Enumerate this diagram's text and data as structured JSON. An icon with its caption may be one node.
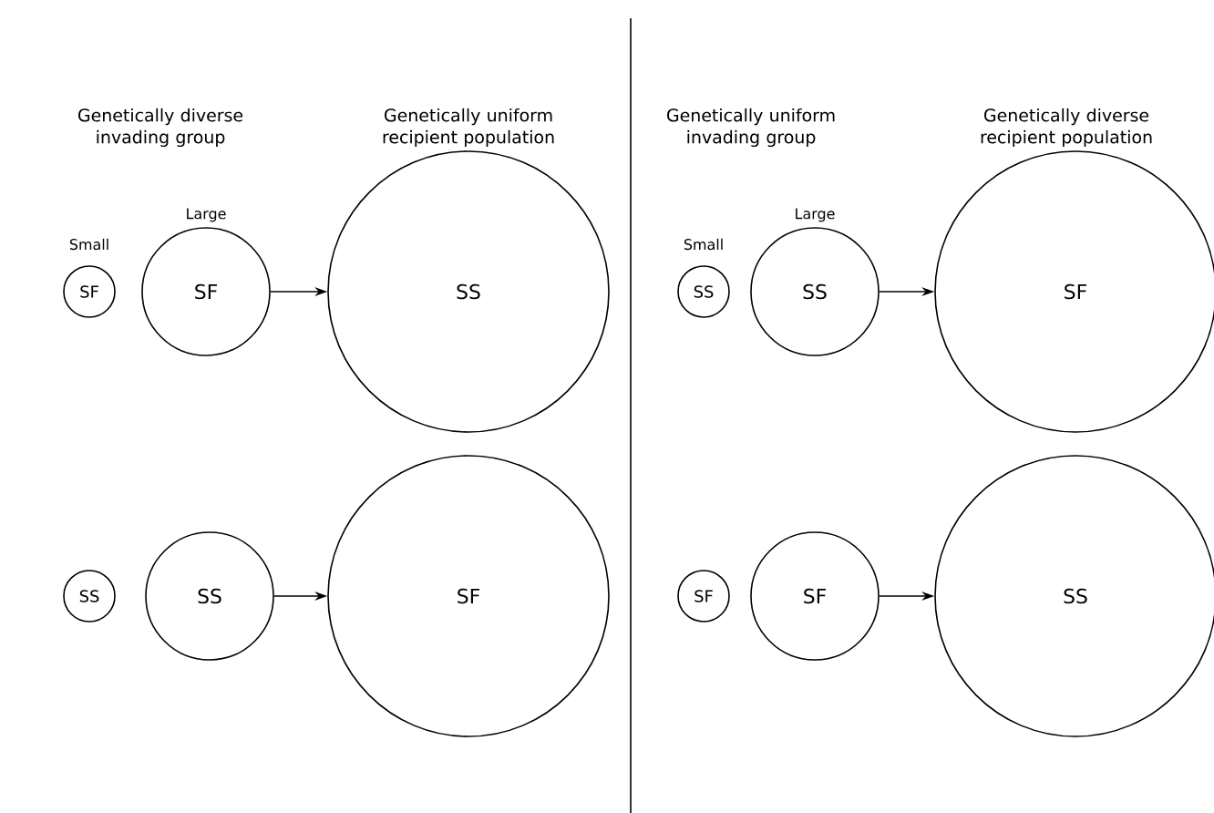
{
  "diagram": {
    "nodes": [
      {
        "text": [
          "SF"
        ]
      },
      {
        "text": [
          "SF"
        ]
      },
      {
        "text": [
          "SS"
        ]
      },
      {
        "text": [
          "SS"
        ]
      },
      {
        "text": [
          "SS"
        ]
      },
      {
        "text": [
          "SF"
        ]
      },
      {
        "text": [
          "SS"
        ]
      },
      {
        "text": [
          "SS"
        ]
      },
      {
        "text": [
          "SF"
        ]
      },
      {
        "text": [
          "SF"
        ]
      },
      {
        "text": [
          "SF"
        ]
      },
      {
        "text": [
          "SS"
        ]
      }
    ],
    "edges": [
      {
        "from": 1,
        "to": 2,
        "arrow": "to"
      },
      {
        "from": 4,
        "to": 5,
        "arrow": "to"
      },
      {
        "from": 7,
        "to": 8,
        "arrow": "to"
      },
      {
        "from": 10,
        "to": 11,
        "arrow": "to"
      }
    ],
    "labels": [
      "Genetically diverse invading group",
      "Genetically uniform recipient population",
      "Genetically uniform invading group",
      "Genetically diverse recipient population",
      "Small",
      "Large",
      "Small",
      "Large"
    ]
  }
}
